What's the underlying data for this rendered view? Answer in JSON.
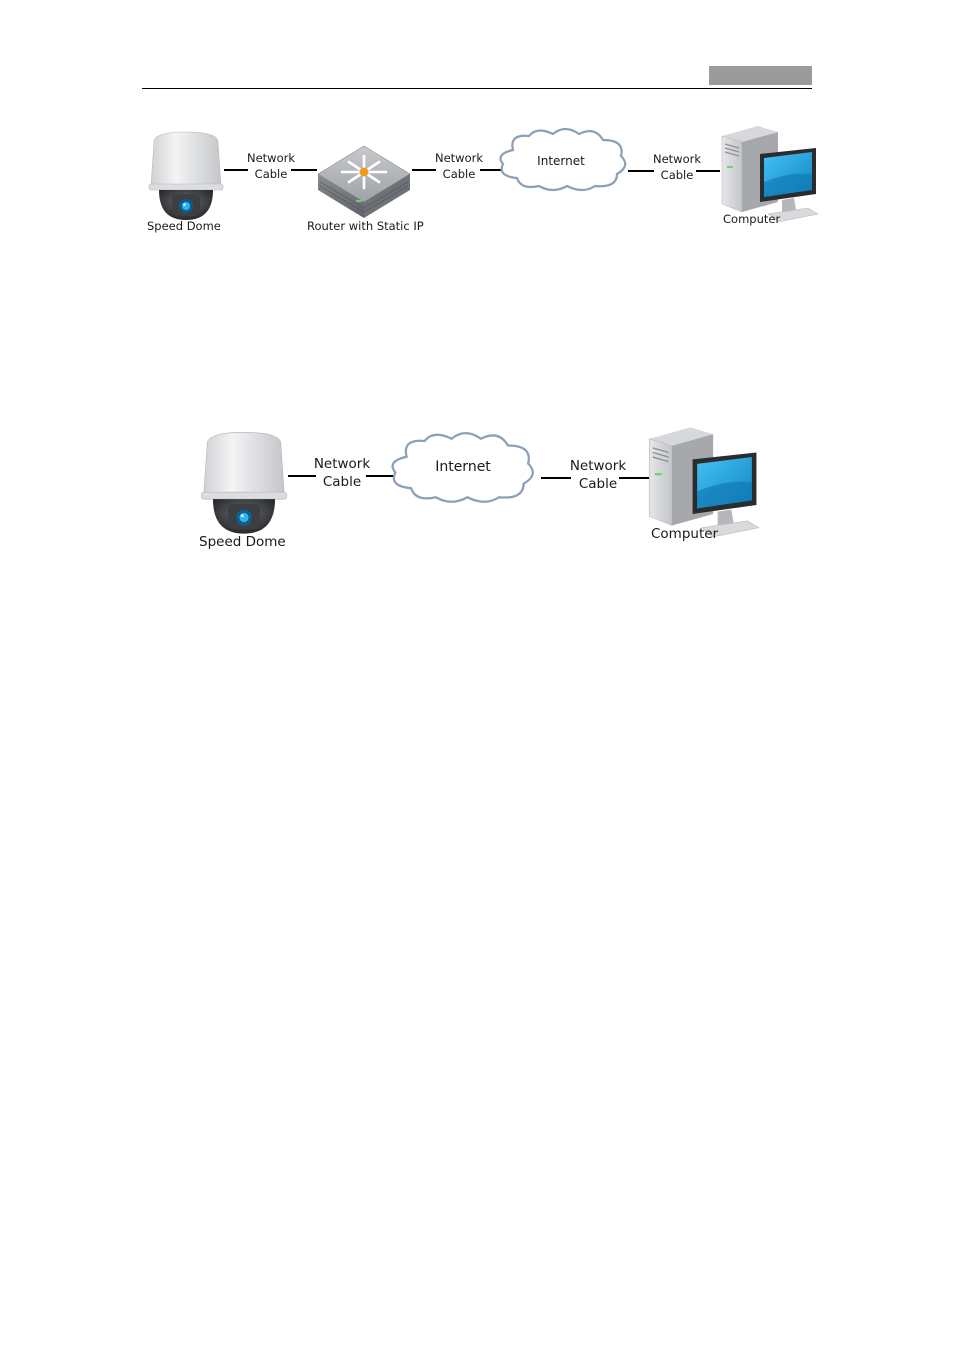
{
  "diagram_static_ip": {
    "speed_dome_label": "Speed Dome",
    "cable1": [
      "Network",
      "Cable"
    ],
    "router_label": "Router with Static IP",
    "cable2": [
      "Network",
      "Cable"
    ],
    "internet_label": "Internet",
    "cable3": [
      "Network",
      "Cable"
    ],
    "computer_label": "Computer"
  },
  "diagram_direct": {
    "speed_dome_label": "Speed Dome",
    "cable1": [
      "Network",
      "Cable"
    ],
    "internet_label": "Internet",
    "cable2": [
      "Network",
      "Cable"
    ],
    "computer_label": "Computer"
  },
  "colors": {
    "monitor_screen": "#1a9fd8",
    "cloud_stroke": "#8aa0b8",
    "header_block": "#9b9b9b"
  }
}
